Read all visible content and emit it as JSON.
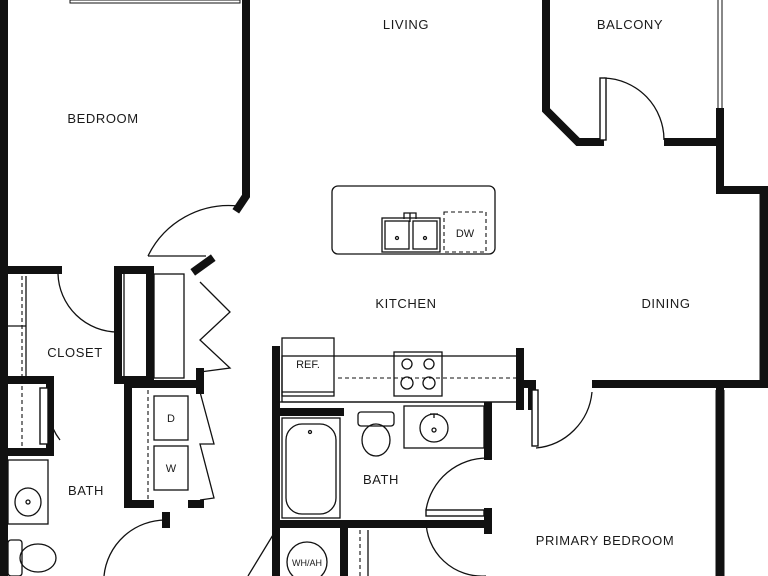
{
  "rooms": {
    "living": "LIVING",
    "balcony": "BALCONY",
    "bedroom": "BEDROOM",
    "kitchen": "KITCHEN",
    "dining": "DINING",
    "closet": "CLOSET",
    "bath_left": "BATH",
    "bath_center": "BATH",
    "primary_bedroom": "PRIMARY BEDROOM"
  },
  "fixtures": {
    "dishwasher": "DW",
    "refrigerator": "REF.",
    "dryer": "D",
    "washer": "W",
    "water_heater": "WH/AH"
  }
}
